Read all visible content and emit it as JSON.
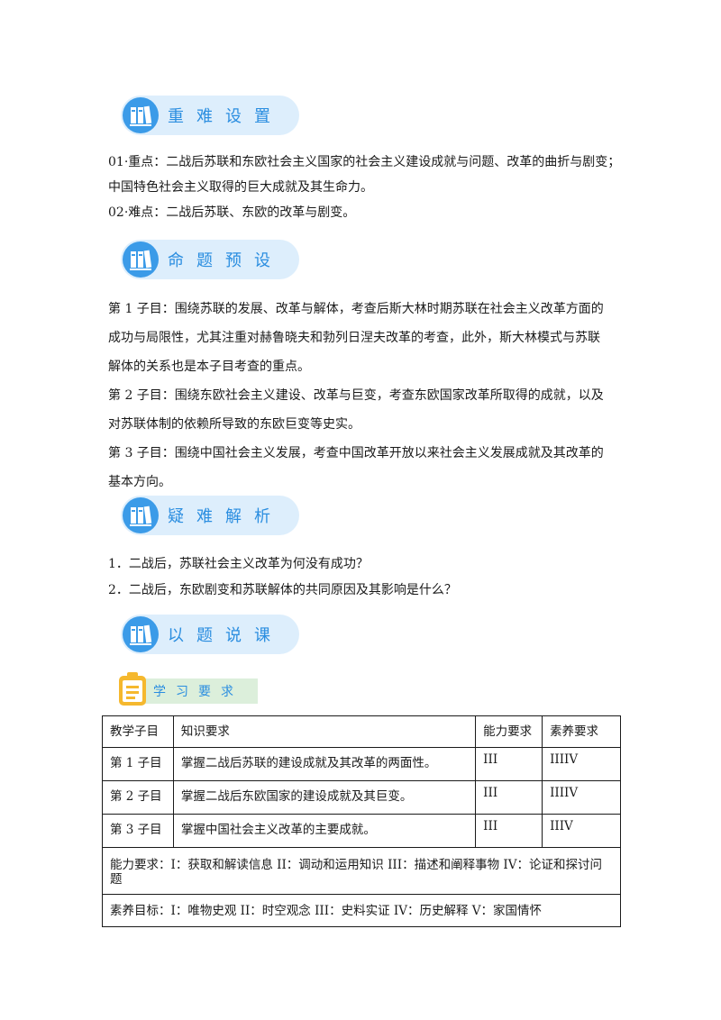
{
  "sections": [
    {
      "title": "重难设置"
    },
    {
      "title": "命题预设"
    },
    {
      "title": "疑难解析"
    },
    {
      "title": "以题说课"
    }
  ],
  "key_points": [
    "01·重点：二战后苏联和东欧社会主义国家的社会主义建设成就与问题、改革的曲折与剧变；",
    "中国特色社会主义取得的巨大成就及其生命力。",
    "02·难点：二战后苏联、东欧的改革与剧变。"
  ],
  "proposition": [
    "第 1 子目：围绕苏联的发展、改革与解体，考查后斯大林时期苏联在社会主义改革方面的",
    "成功与局限性，尤其注重对赫鲁晓夫和勃列日涅夫改革的考查，此外，斯大林模式与苏联",
    "解体的关系也是本子目考查的重点。",
    "第 2 子目：围绕东欧社会主义建设、改革与巨变，考查东欧国家改革所取得的成就，以及",
    "对苏联体制的依赖所导致的东欧巨变等史实。",
    "第 3 子目：围绕中国社会主义发展，考查中国改革开放以来社会主义发展成就及其改革的",
    "基本方向。"
  ],
  "questions": [
    "1．二战后，苏联社会主义改革为何没有成功？",
    "2．二战后，东欧剧变和苏联解体的共同原因及其影响是什么？"
  ],
  "learning_banner": {
    "title": "学习要求"
  },
  "table": {
    "headers": [
      "教学子目",
      "知识要求",
      "能力要求",
      "素养要求"
    ],
    "rows": [
      [
        "第 1 子目",
        "掌握二战后苏联的建设成就及其改革的两面性。",
        "III",
        "IIIIV"
      ],
      [
        "第 2 子目",
        "掌握二战后东欧国家的建设成就及其巨变。",
        "III",
        "IIIIV"
      ],
      [
        "第 3 子目",
        "掌握中国社会主义改革的主要成就。",
        "III",
        "IIIV"
      ]
    ],
    "ability_note": "能力要求：I：获取和解读信息 II：调动和运用知识 III：描述和阐释事物 IV：论证和探讨问题",
    "literacy_note": "素养目标：I：唯物史观 II：时空观念 III：史料实证 IV：历史解释 V：家国情怀"
  },
  "colors": {
    "accent": "#2b8ee0",
    "banner_bg": "#ddeefc",
    "icon_bg": "#3b9be8",
    "note_strip": "#dcefdb",
    "clipboard": "#f5b82e"
  }
}
